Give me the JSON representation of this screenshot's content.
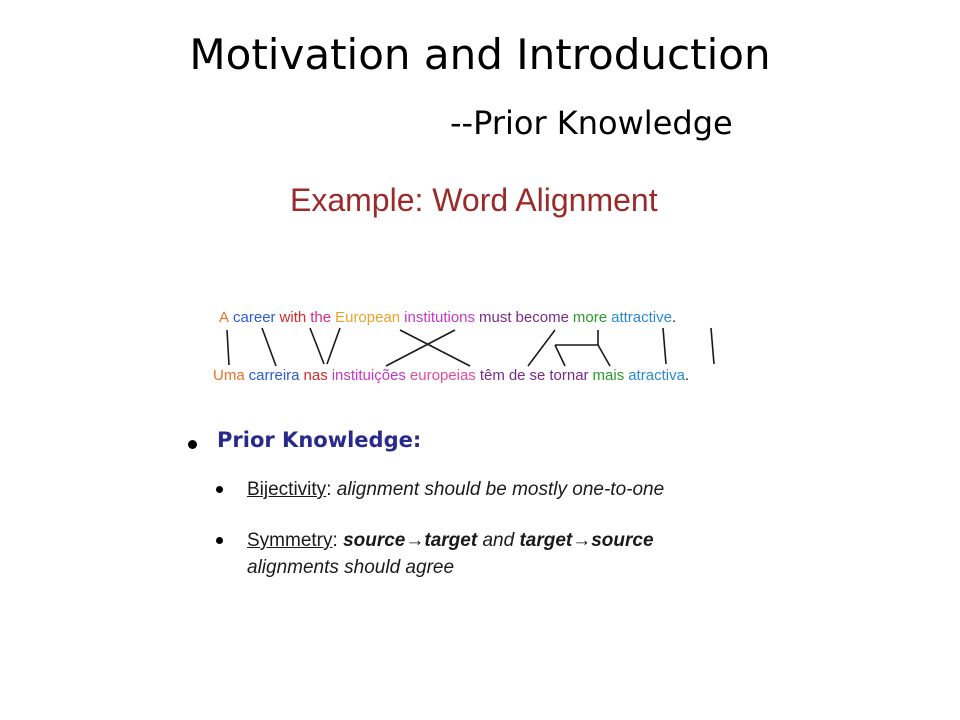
{
  "slide": {
    "title": "Motivation and Introduction",
    "subtitle": "--Prior Knowledge"
  },
  "example": {
    "heading": "Example: Word Alignment",
    "heading_color": "#9b2b2b",
    "english_words": [
      {
        "text": "A",
        "color": "#e8722a"
      },
      {
        "text": "career",
        "color": "#2a5bd7"
      },
      {
        "text": "with",
        "color": "#d62a2a"
      },
      {
        "text": "the",
        "color": "#d62a8a"
      },
      {
        "text": "European",
        "color": "#e8a22a"
      },
      {
        "text": "institutions",
        "color": "#c838c8"
      },
      {
        "text": "must",
        "color": "#7a2a8c"
      },
      {
        "text": "become",
        "color": "#7a2a8c"
      },
      {
        "text": "more",
        "color": "#2a9a2a"
      },
      {
        "text": "attractive",
        "color": "#2a8ad7"
      },
      {
        "text": ".",
        "color": "#1a1a1a"
      }
    ],
    "portuguese_words": [
      {
        "text": "Uma",
        "color": "#e8722a"
      },
      {
        "text": "carreira",
        "color": "#2a5bd7"
      },
      {
        "text": "nas",
        "color": "#d62a2a"
      },
      {
        "text": "instituições",
        "color": "#c838c8"
      },
      {
        "text": "europeias",
        "color": "#e84a9a"
      },
      {
        "text": "têm",
        "color": "#7a2a8c"
      },
      {
        "text": "de",
        "color": "#7a2a8c"
      },
      {
        "text": "se",
        "color": "#7a2a8c"
      },
      {
        "text": "tornar",
        "color": "#7a2a8c"
      },
      {
        "text": "mais",
        "color": "#2a9a2a"
      },
      {
        "text": "atractiva",
        "color": "#2a8ad7"
      },
      {
        "text": ".",
        "color": "#1a1a1a"
      }
    ]
  },
  "prior": {
    "heading": "Prior Knowledge:",
    "heading_color": "#2a2a8c",
    "bijectivity": {
      "term": "Bijectivity",
      "colon": ":",
      "desc": "alignment should be mostly one-to-one"
    },
    "symmetry": {
      "term": "Symmetry",
      "colon": ":",
      "part1": "source",
      "arrow1": "→",
      "part2": "target",
      "and": "and",
      "part3": "target",
      "arrow2": "→",
      "part4": "source",
      "line2": "alignments should agree"
    }
  }
}
